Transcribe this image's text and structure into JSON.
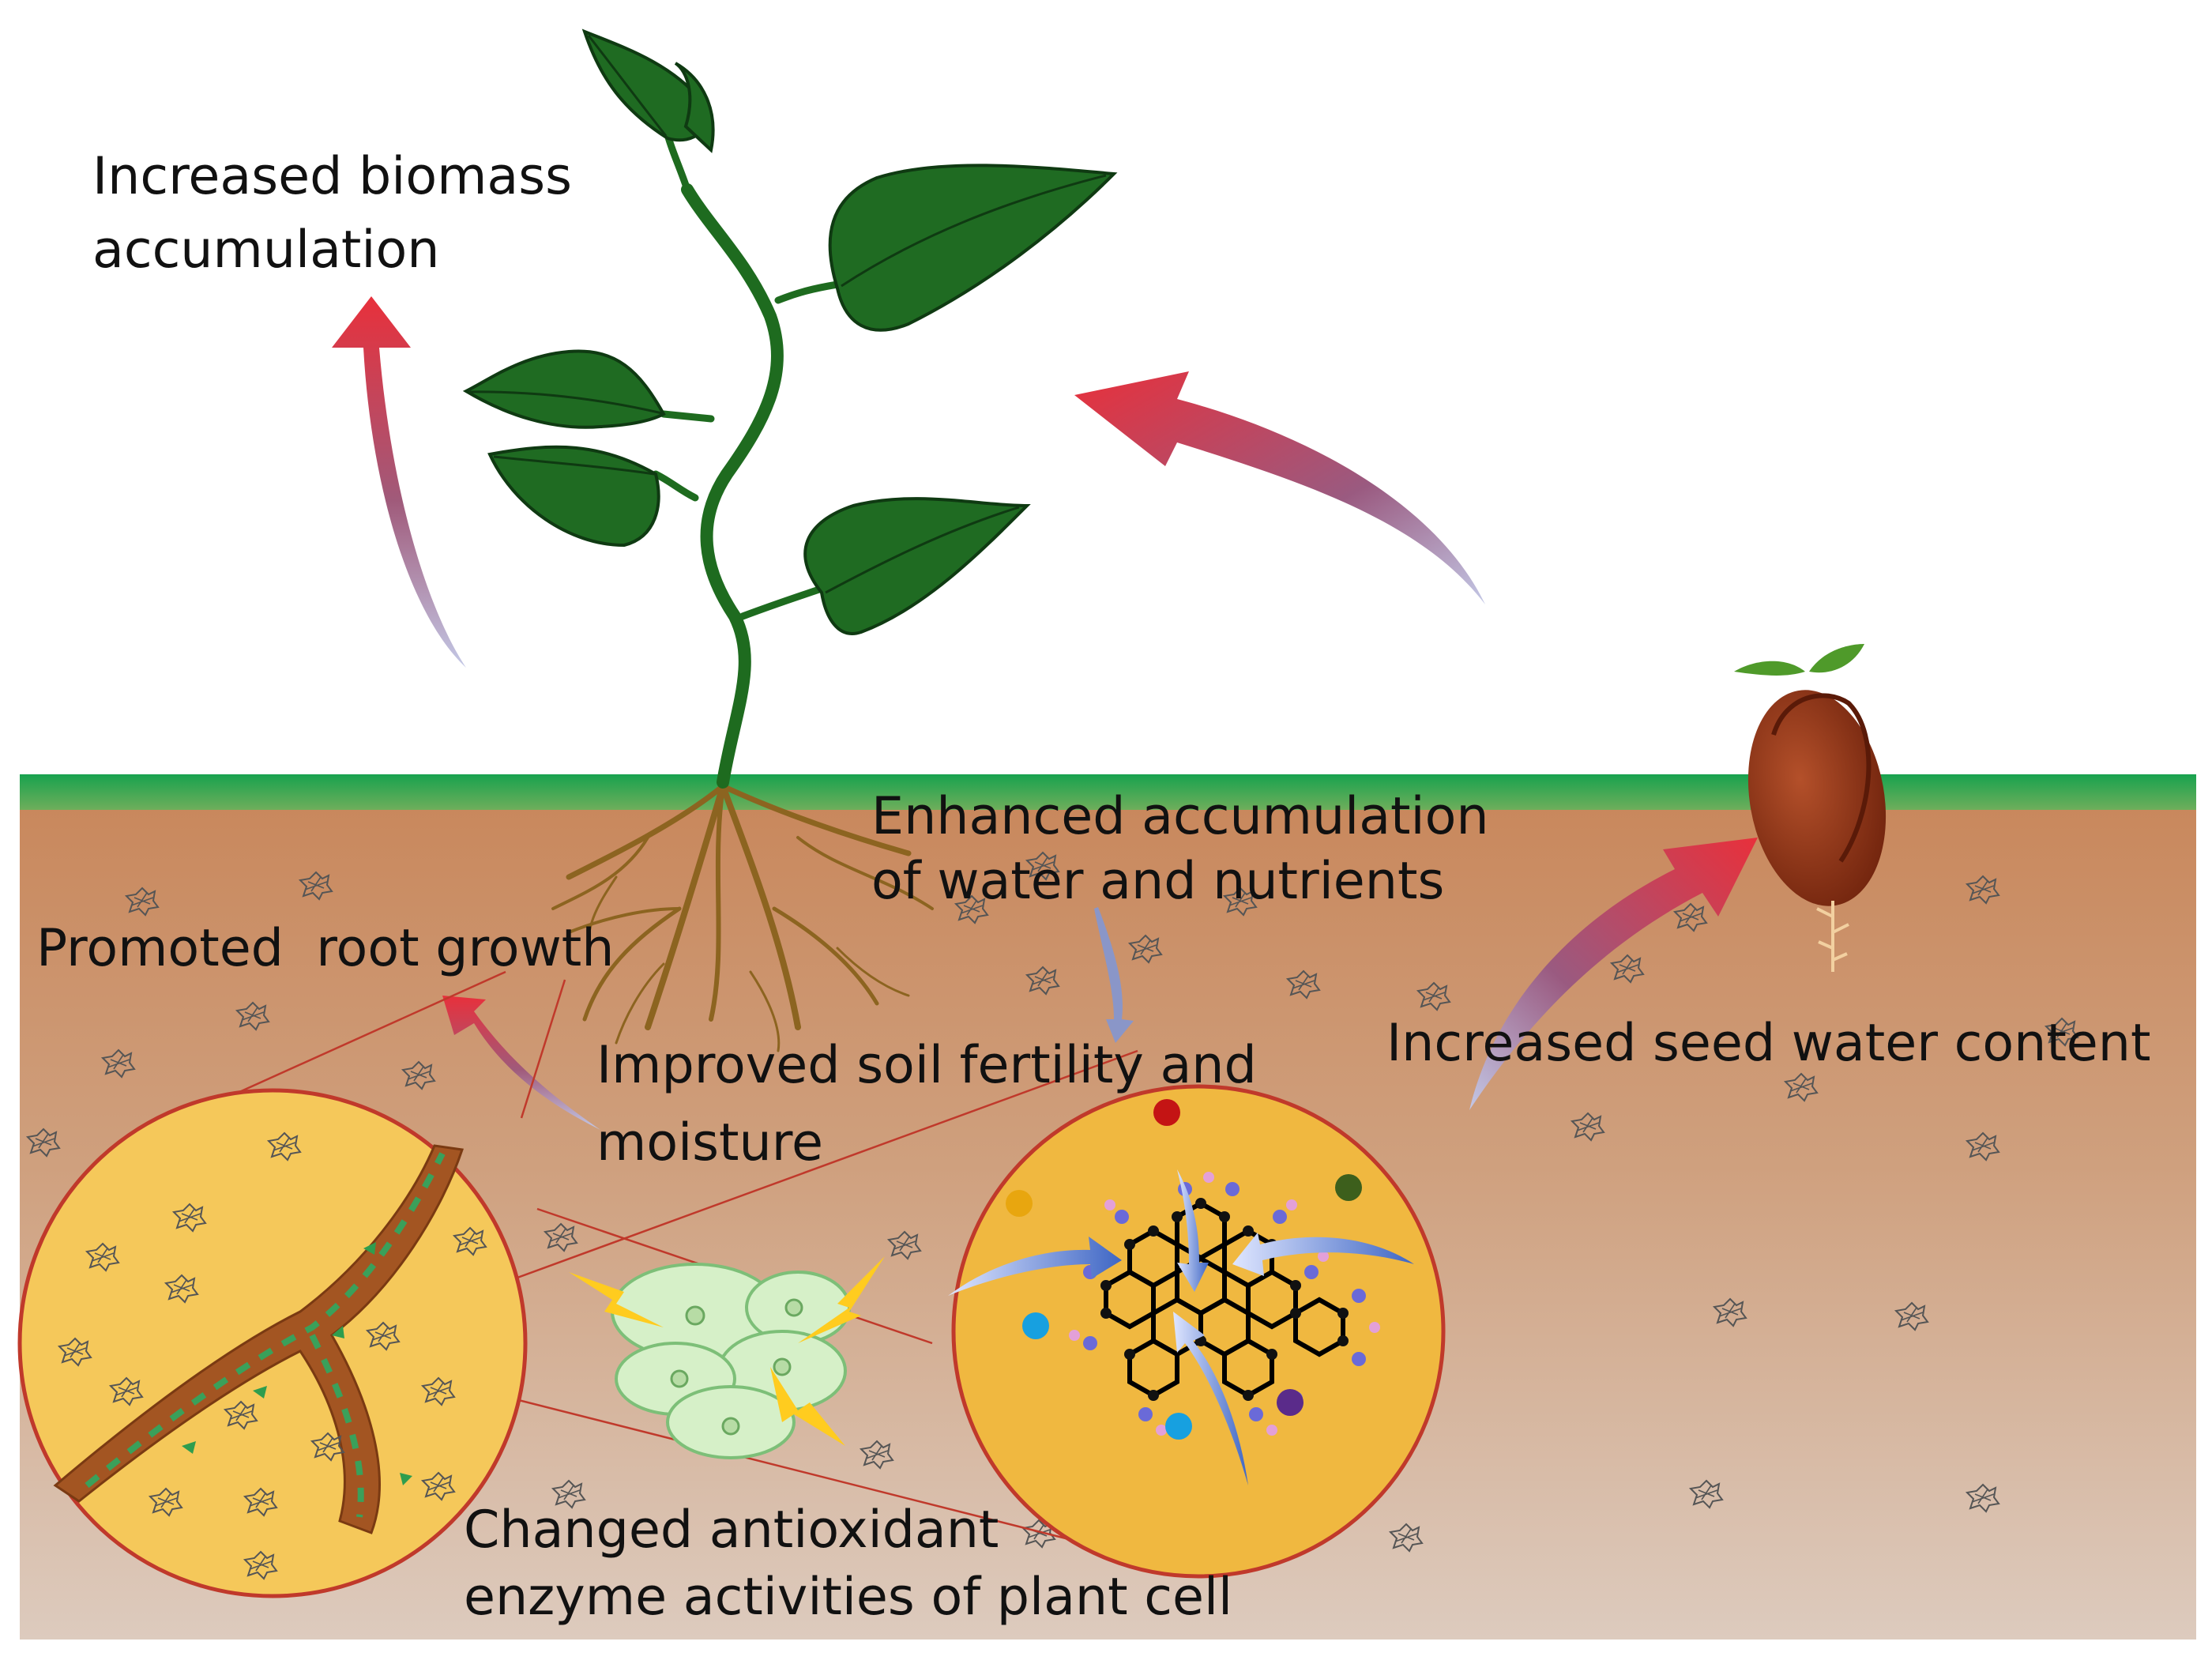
{
  "labels": {
    "biomass_line1": "Increased biomass",
    "biomass_line2": "accumulation",
    "water_line1": "Enhanced accumulation",
    "water_line2": "of water and nutrients",
    "root_growth": "Promoted  root growth",
    "soil_line1": "Improved soil fertility and",
    "soil_line2": "moisture",
    "seed_water": "Increased seed water content",
    "enzyme_line1": "Changed antioxidant",
    "enzyme_line2": "enzyme activities of plant cell"
  },
  "colors": {
    "grass": "#1fa050",
    "soil_top": "#c8865a",
    "soil_bottom": "#ddcbbe",
    "leaf": "#1f6b22",
    "stem": "#1e6b1f",
    "root": "#8c6420",
    "zoom_circle_fill": "#f5c85a",
    "zoom_circle_edge": "#c0392b",
    "arrow_head": "#e0313c",
    "arrow_tail": "#8a96c8",
    "seed": "#8c3212"
  },
  "icons": {
    "plant": "plant-icon",
    "seed": "sprouting-seed-icon",
    "cells": "plant-cell-cluster-icon",
    "molecule": "graphene-molecule-icon",
    "particle": "nanoparticle-icon"
  }
}
